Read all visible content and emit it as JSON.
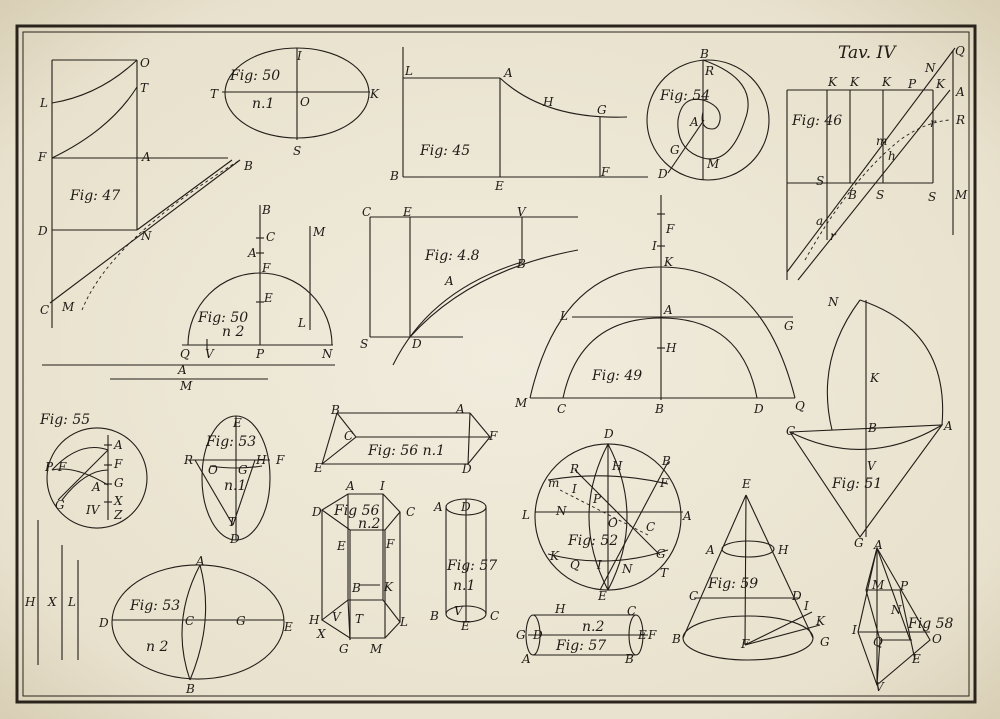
{
  "plate_title": "Tav. IV",
  "figures": [
    {
      "id": "fig47",
      "captions": [
        "Fig: 47"
      ],
      "labels": [
        "O",
        "T",
        "L",
        "F",
        "A",
        "B",
        "D",
        "N",
        "C",
        "M"
      ]
    },
    {
      "id": "fig50n1",
      "captions": [
        "Fig: 50",
        "n.1"
      ],
      "labels": [
        "I",
        "T",
        "K",
        "O",
        "S"
      ]
    },
    {
      "id": "fig45",
      "captions": [
        "Fig: 45"
      ],
      "labels": [
        "L",
        "A",
        "H",
        "G",
        "B",
        "E",
        "F"
      ]
    },
    {
      "id": "fig54",
      "captions": [
        "Fig: 54"
      ],
      "labels": [
        "B",
        "R",
        "A",
        "G",
        "M",
        "D"
      ]
    },
    {
      "id": "fig46",
      "captions": [
        "Fig: 46"
      ],
      "labels": [
        "Q",
        "N",
        "K",
        "K",
        "K",
        "P",
        "K",
        "A",
        "R",
        "m",
        "h",
        "S",
        "B",
        "S",
        "S",
        "M",
        "a",
        "r",
        "r"
      ]
    },
    {
      "id": "fig50n2",
      "captions": [
        "Fig: 50",
        "n 2"
      ],
      "labels": [
        "B",
        "C",
        "A",
        "F",
        "E",
        "M",
        "L",
        "Q",
        "V",
        "P",
        "N"
      ]
    },
    {
      "id": "linesAM",
      "captions": [],
      "labels": [
        "A",
        "M"
      ]
    },
    {
      "id": "fig48",
      "captions": [
        "Fig: 4.8"
      ],
      "labels": [
        "C",
        "E",
        "V",
        "A",
        "B",
        "S",
        "D"
      ]
    },
    {
      "id": "fig49",
      "captions": [
        "Fig: 49"
      ],
      "labels": [
        "F",
        "I",
        "K",
        "L",
        "A",
        "G",
        "H",
        "M",
        "C",
        "B",
        "D",
        "Q"
      ]
    },
    {
      "id": "fig51",
      "captions": [
        "Fig: 51"
      ],
      "labels": [
        "N",
        "K",
        "C",
        "B",
        "A",
        "V",
        "G"
      ]
    },
    {
      "id": "fig55",
      "captions": [
        "Fig: 55"
      ],
      "labels": [
        "A",
        "F",
        "G",
        "X",
        "Z",
        "P",
        "F",
        "A",
        "IV",
        "G"
      ]
    },
    {
      "id": "linesHXL",
      "captions": [],
      "labels": [
        "H",
        "X",
        "L"
      ]
    },
    {
      "id": "fig53n1",
      "captions": [
        "Fig: 53",
        "n.1"
      ],
      "labels": [
        "E",
        "R",
        "H",
        "F",
        "O",
        "G",
        "T",
        "D"
      ]
    },
    {
      "id": "fig56n1",
      "captions": [
        "Fig: 56 n.1"
      ],
      "labels": [
        "B",
        "A",
        "C",
        "F",
        "E",
        "D"
      ]
    },
    {
      "id": "fig56n2",
      "captions": [
        "Fig 56",
        "n.2"
      ],
      "labels": [
        "D",
        "A",
        "I",
        "C",
        "E",
        "F",
        "B",
        "K",
        "H",
        "V",
        "T",
        "L",
        "X",
        "G",
        "M"
      ]
    },
    {
      "id": "fig57n1",
      "captions": [
        "Fig: 57",
        "n.1"
      ],
      "labels": [
        "A",
        "D",
        "B",
        "V",
        "C",
        "E"
      ]
    },
    {
      "id": "fig57n2",
      "captions": [
        "n.2",
        "Fig: 57"
      ],
      "labels": [
        "H",
        "C",
        "G",
        "D",
        "E",
        "F",
        "A",
        "B"
      ]
    },
    {
      "id": "fig52",
      "captions": [
        "Fig: 52"
      ],
      "labels": [
        "D",
        "B",
        "R",
        "H",
        "F",
        "m",
        "I",
        "P",
        "L",
        "N",
        "O",
        "A",
        "C",
        "K",
        "G",
        "Q",
        "I",
        "N",
        "T",
        "E"
      ]
    },
    {
      "id": "fig59",
      "captions": [
        "Fig: 59"
      ],
      "labels": [
        "E",
        "A",
        "H",
        "C",
        "D",
        "I",
        "K",
        "B",
        "F",
        "G"
      ]
    },
    {
      "id": "fig58",
      "captions": [
        "Fig 58"
      ],
      "labels": [
        "A",
        "M",
        "P",
        "N",
        "I",
        "Q",
        "O",
        "E",
        "V"
      ]
    },
    {
      "id": "fig53n2",
      "captions": [
        "Fig: 53",
        "n 2"
      ],
      "labels": [
        "A",
        "D",
        "C",
        "G",
        "E",
        "B"
      ]
    }
  ]
}
